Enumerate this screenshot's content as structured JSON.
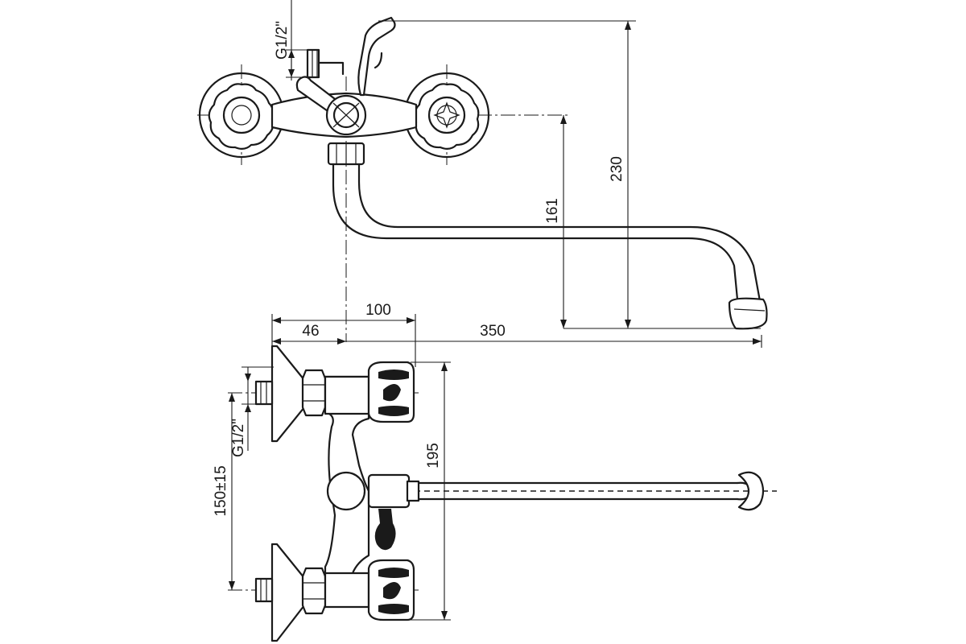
{
  "dimensions": {
    "spout_reach": "350",
    "total_height": "230",
    "spout_height": "161",
    "handle_offset": "100",
    "inlet_offset": "46",
    "body_height": "195",
    "inlet_spacing": "150±15",
    "thread_top": "G1/2\"",
    "thread_side": "G1/2\""
  }
}
